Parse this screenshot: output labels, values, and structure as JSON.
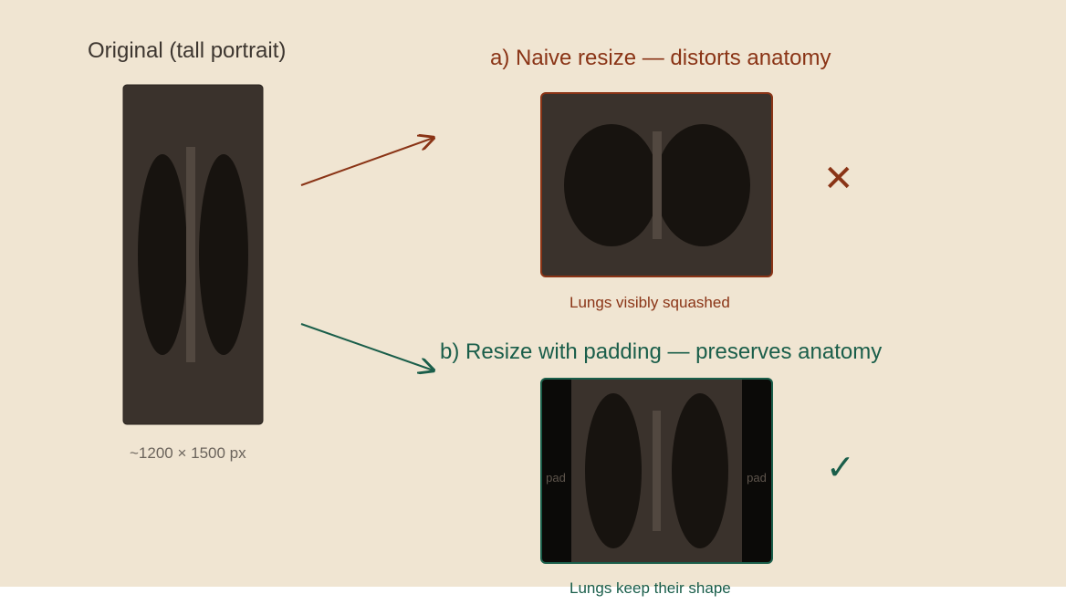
{
  "original": {
    "title": "Original (tall portrait)",
    "dimensions": "~1200 × 1500 px"
  },
  "naive": {
    "title": "a) Naive resize — distorts anatomy",
    "caption": "Lungs visibly squashed",
    "mark": "✕",
    "color": "#8a3416"
  },
  "padded": {
    "title": "b) Resize with padding — preserves anatomy",
    "caption": "Lungs keep their shape",
    "mark": "✓",
    "pad_left": "pad",
    "pad_right": "pad",
    "color": "#1a5e4a"
  },
  "colors": {
    "background": "#f0e5d2",
    "xray_body": "#3a322c",
    "lung": "#17130f",
    "spine": "#524840",
    "padding": "#0b0a08"
  }
}
